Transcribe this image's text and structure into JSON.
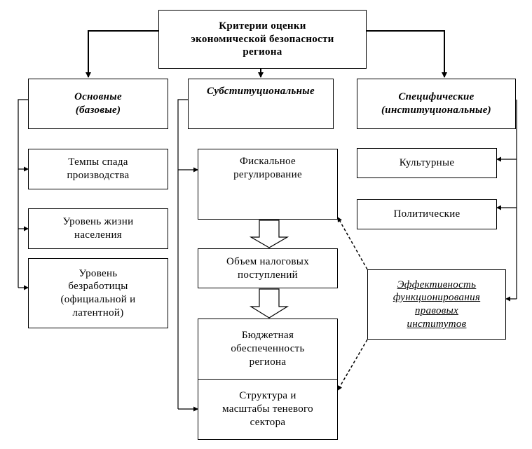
{
  "root": {
    "title": "Критерии оценки\nэкономической безопасности\nрегиона"
  },
  "categories": {
    "basic": "Основные\n(базовые)",
    "substitution": "Субституциональные",
    "specific": "Специфические\n(институциональные)"
  },
  "basic_items": [
    "Темпы спада\nпроизводства",
    "Уровень жизни\nнаселения",
    "Уровень\nбезработицы\n(официальной и\nлатентной)"
  ],
  "substitution_items": [
    "Фискальное\nрегулирование",
    "Объем налоговых\nпоступлений",
    "Бюджетная\nобеспеченность\nрегиона",
    "Структура и\nмасштабы теневого\nсектора"
  ],
  "specific_items": [
    "Культурные",
    "Политические"
  ],
  "institutional_box": "Эффективность\nфункционирования\nправовых\nинститутов"
}
